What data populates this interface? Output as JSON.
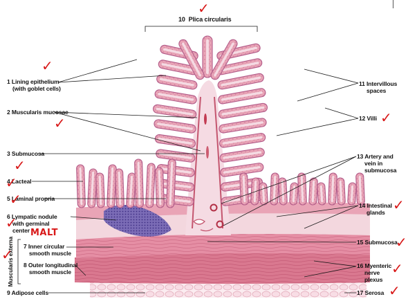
{
  "title": {
    "number": "10",
    "text": "Plica circularis"
  },
  "labels_left": [
    {
      "id": "1",
      "lines": [
        "1 Lining epithelium",
        "(with goblet cells)"
      ]
    },
    {
      "id": "2",
      "lines": [
        "2 Muscularis mucosae"
      ]
    },
    {
      "id": "3",
      "lines": [
        "3 Submucosa"
      ]
    },
    {
      "id": "4",
      "lines": [
        "4 Lacteal"
      ]
    },
    {
      "id": "5",
      "lines": [
        "5 Laminal propria"
      ]
    },
    {
      "id": "6",
      "lines": [
        "6 Lympatic nodule",
        "with germinal",
        "center"
      ]
    },
    {
      "id": "7",
      "lines": [
        "7 Inner circular",
        "smooth muscle"
      ]
    },
    {
      "id": "8",
      "lines": [
        "8 Outer longitudinal",
        "smooth muscle"
      ]
    },
    {
      "id": "9",
      "lines": [
        "9 Adipose cells"
      ]
    }
  ],
  "labels_right": [
    {
      "id": "11",
      "lines": [
        "11 Intervillous",
        "spaces"
      ]
    },
    {
      "id": "12",
      "lines": [
        "12 Villi"
      ]
    },
    {
      "id": "13",
      "lines": [
        "13 Artery and",
        "vein in",
        "submucosa"
      ]
    },
    {
      "id": "14",
      "lines": [
        "14 Intestinal",
        "glands"
      ]
    },
    {
      "id": "15",
      "lines": [
        "15 Submucosa"
      ]
    },
    {
      "id": "16",
      "lines": [
        "16 Myenteric",
        "nerve",
        "plexus"
      ]
    },
    {
      "id": "17",
      "lines": [
        "17 Serosa"
      ]
    }
  ],
  "annotations": {
    "handwritten": "MALT",
    "group_label": "Muscularis externa",
    "check_mark": "✓"
  },
  "colors": {
    "mucosa_pink": "#e9a4b6",
    "epithelium_dark": "#b25a88",
    "lamina_light": "#f5dbe3",
    "submucosa_pale": "#f3d7de",
    "muscle": "#d9788f",
    "muscle_dark": "#c4566f",
    "nodule_purple": "#6a5ba8",
    "serosa": "#f4c9d4",
    "annotation_red": "#d81818"
  }
}
